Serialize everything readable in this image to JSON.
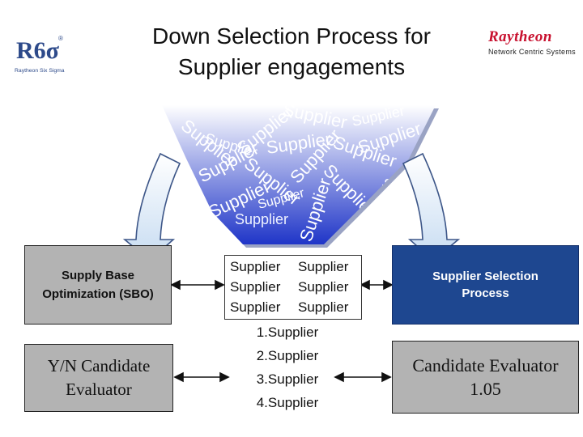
{
  "title": {
    "line1": "Down Selection Process for",
    "line2": "Supplier engagements"
  },
  "logo": {
    "mark": "R6σ",
    "caption": "Raytheon Six Sigma",
    "registered": "®"
  },
  "brand": {
    "name": "Raytheon",
    "tagline": "Network Centric Systems"
  },
  "funnel": {
    "words": [
      "Supplier",
      "Supplier",
      "Supplier",
      "Supplier",
      "Supplier",
      "Supplier",
      "Supplier",
      "Supplier",
      "Supplier",
      "Supplier",
      "Supplier",
      "Supplier",
      "Supplier",
      "Supplier",
      "Supplier",
      "Supplier",
      "Supplier"
    ]
  },
  "sbo": {
    "line1": "Supply Base",
    "line2": "Optimization (SBO)"
  },
  "yn_evaluator": {
    "line1": "Y/N Candidate",
    "line2": "Evaluator"
  },
  "selection_process": {
    "line1": "Supplier Selection",
    "line2": "Process"
  },
  "candidate_evaluator": {
    "line1": "Candidate Evaluator",
    "line2": "1.05"
  },
  "supplier_grid": [
    "Supplier",
    "Supplier",
    "Supplier",
    "Supplier",
    "Supplier",
    "Supplier"
  ],
  "ranked": [
    "1.Supplier",
    "2.Supplier",
    "3.Supplier",
    "4.Supplier"
  ],
  "colors": {
    "funnel_top": "#ffffff",
    "funnel_bottom": "#1f35c8",
    "arrow_fill": "#d9e6f5",
    "arrow_stroke": "#3d5688",
    "selection_box": "#1e4790",
    "gray_box": "#b3b3b3",
    "brand_red": "#c8102e"
  }
}
